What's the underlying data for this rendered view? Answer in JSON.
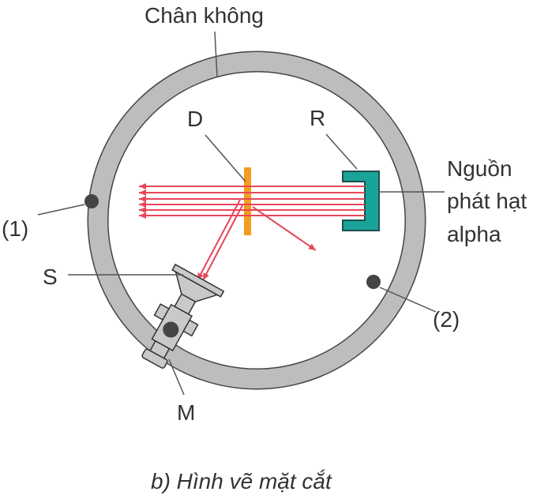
{
  "labels": {
    "vacuum": "Chân không",
    "detector_d": "D",
    "source_r": "R",
    "source_desc_line1": "Nguồn",
    "source_desc_line2": "phát hạt",
    "source_desc_line3": "alpha",
    "point_1": "(1)",
    "point_2": "(2)",
    "screen_s": "S",
    "microscope_m": "M"
  },
  "caption": "b) Hình vẽ mặt cắt",
  "colors": {
    "ring": "#bdbdbd",
    "ring_outline": "#444444",
    "rays": "#e8475a",
    "foil": "#f39c1f",
    "source_box": "#1aa398",
    "source_outline": "#1f4f4c",
    "joint": "#444444",
    "microscope": "#c9c9c9",
    "text": "#333333"
  }
}
